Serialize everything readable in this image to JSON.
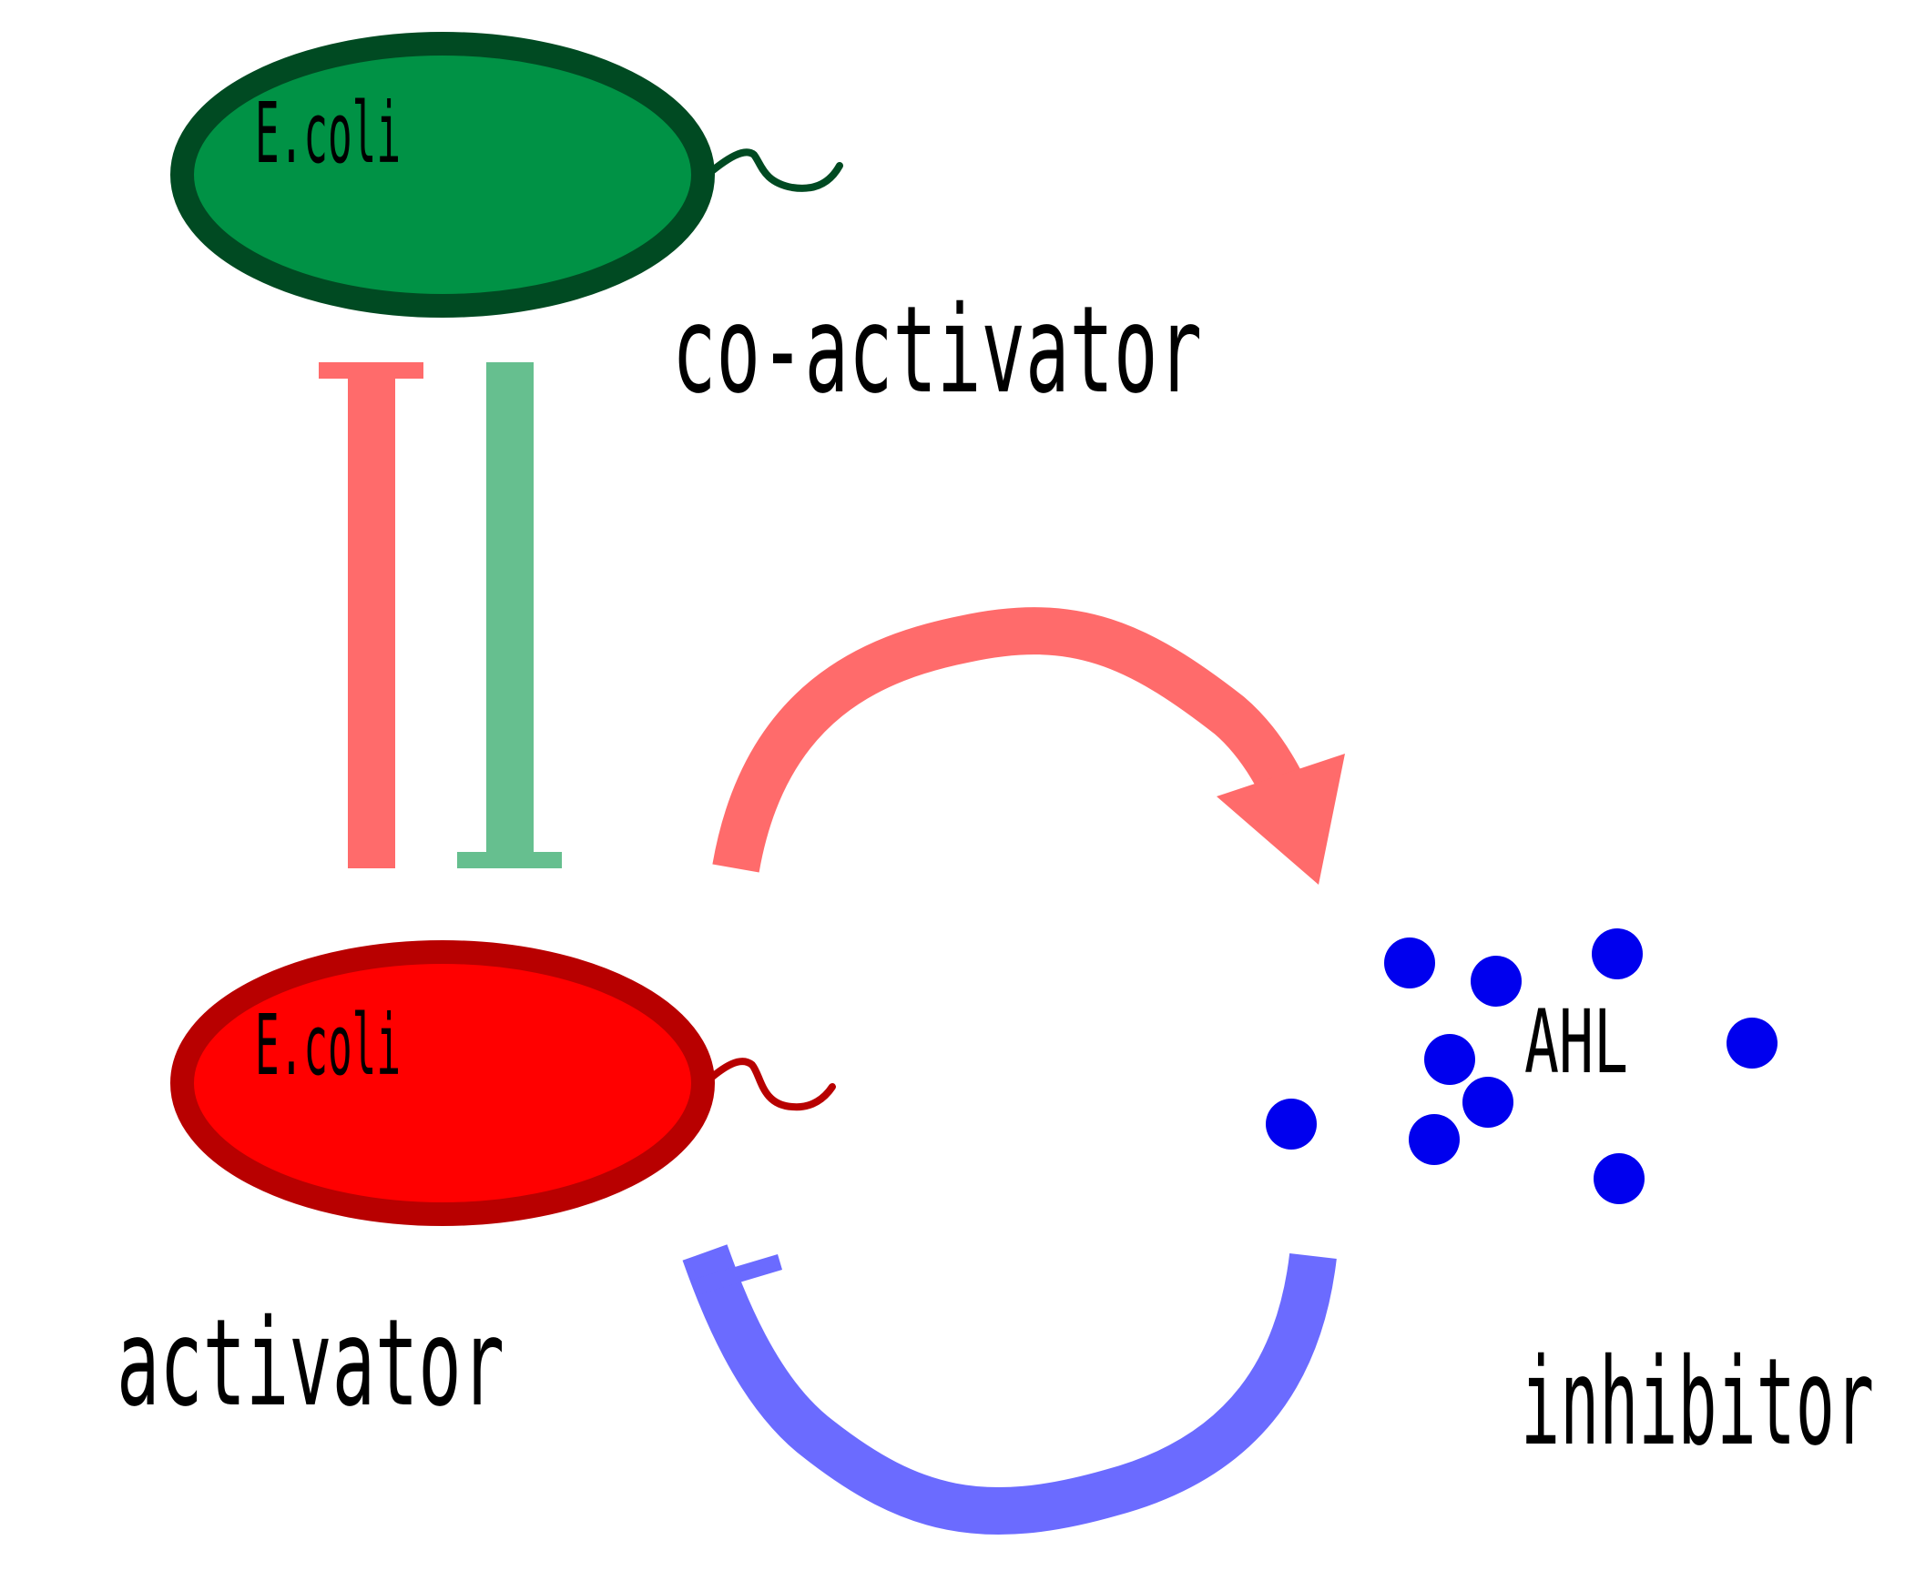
{
  "cells": {
    "coactivator": {
      "cell_label": "E.coli",
      "role_label": "co-activator"
    },
    "activator": {
      "cell_label": "E.coli",
      "role_label": "activator"
    }
  },
  "inhibitor": {
    "molecule_label": "AHL",
    "role_label": "inhibitor"
  },
  "relations": [
    {
      "from": "activator",
      "to": "co-activator",
      "type": "inhibition"
    },
    {
      "from": "co-activator",
      "to": "activator",
      "type": "inhibition"
    },
    {
      "from": "activator",
      "to": "inhibitor",
      "type": "activation"
    },
    {
      "from": "inhibitor",
      "to": "activator",
      "type": "inhibition"
    }
  ],
  "colors": {
    "coactivator_fill": "#009245",
    "coactivator_outline": "#004a22",
    "activator_fill": "#ff0000",
    "activator_outline": "#b80000",
    "red_arrow": "#ff6b6b",
    "green_bar": "#66bf8f",
    "blue_arrow": "#6b6bff",
    "ahl_dot": "#0000ee"
  }
}
